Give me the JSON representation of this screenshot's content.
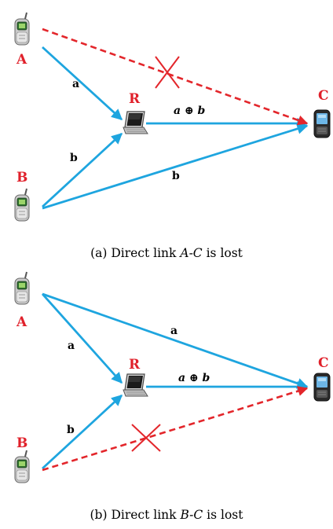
{
  "panels": [
    {
      "caption": "(a) Direct link A-C is lost",
      "caption_prefix": "(a) Direct link ",
      "caption_link": "A-C",
      "caption_suffix": " is lost",
      "nodes": {
        "A": "A",
        "B": "B",
        "R": "R",
        "C": "C"
      },
      "edges": {
        "a": "a",
        "b_in": "b",
        "xor": "a ⊕ b",
        "b_direct": "b"
      },
      "lost_link": "A-C"
    },
    {
      "caption": "(b) Direct link B-C is lost",
      "caption_prefix": "(b) Direct link ",
      "caption_link": "B-C",
      "caption_suffix": " is lost",
      "nodes": {
        "A": "A",
        "B": "B",
        "R": "R",
        "C": "C"
      },
      "edges": {
        "a": "a",
        "b_in": "b",
        "xor": "a ⊕ b",
        "a_direct": "a"
      },
      "lost_link": "B-C"
    }
  ],
  "colors": {
    "node_label": "#e0202a",
    "active_link": "#1ea5df",
    "lost_link": "#e3262b",
    "lost_marker": "#e3262b"
  }
}
